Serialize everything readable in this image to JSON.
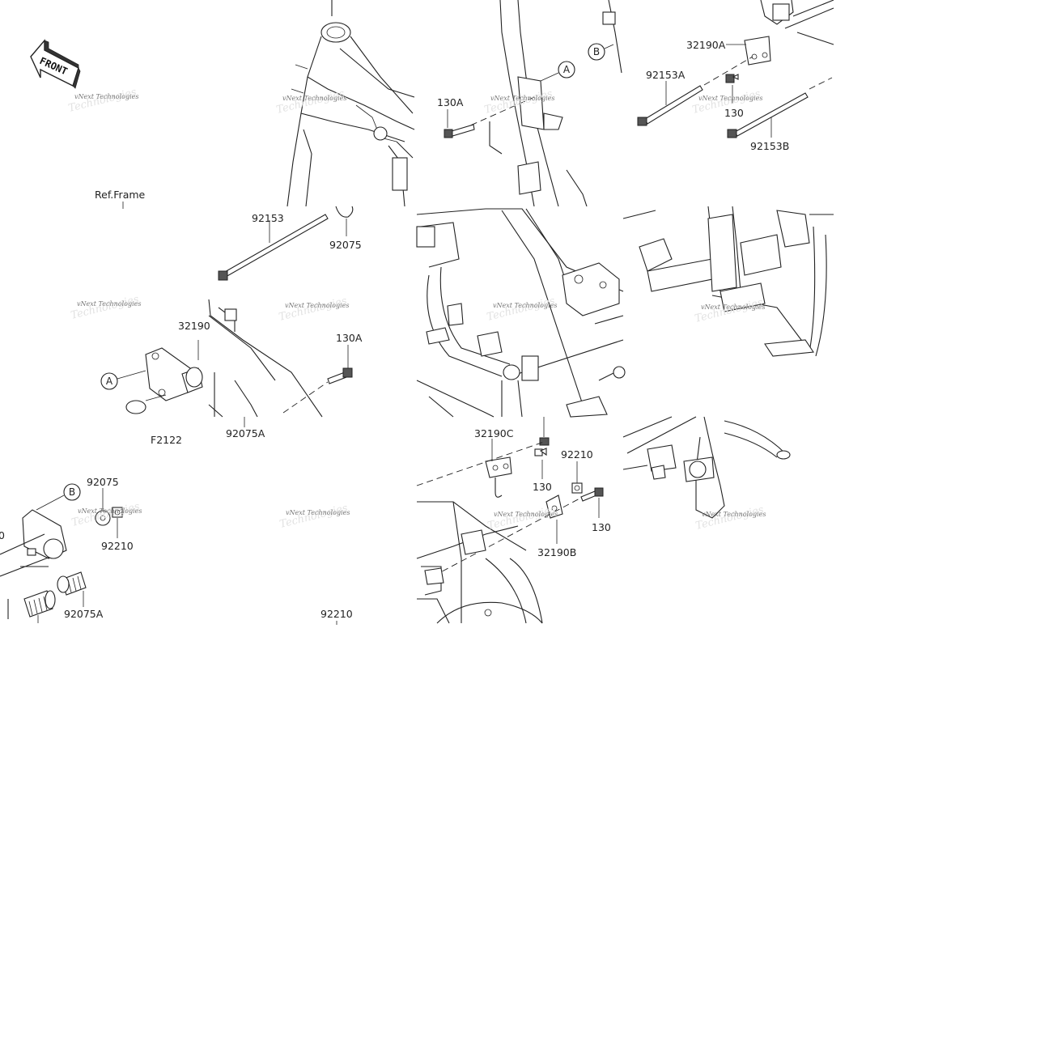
{
  "diagram": {
    "direction_label": "FRONT",
    "ref_label": "Ref.Frame",
    "figure_code": "F2122",
    "watermark": "vNext Technologies",
    "watermark_ghost": "Technologies",
    "callout_a": "A",
    "callout_b": "B",
    "parts": {
      "p_32190A": "32190A",
      "p_92153A": "92153A",
      "p_130_top": "130",
      "p_92153B": "92153B",
      "p_130A_top": "130A",
      "p_92153": "92153",
      "p_92075_top": "92075",
      "p_32190_left": "32190",
      "p_130A_mid": "130A",
      "p_92075A_mid": "92075A",
      "p_32190C": "32190C",
      "p_92210_right": "92210",
      "p_130_mid": "130",
      "p_130_right": "130",
      "p_32190B": "32190B",
      "p_92075_left": "92075",
      "p_92210_left": "92210",
      "p_92075A_left": "92075A",
      "p_92210_bottom": "92210",
      "p_partial_0": "0"
    }
  }
}
